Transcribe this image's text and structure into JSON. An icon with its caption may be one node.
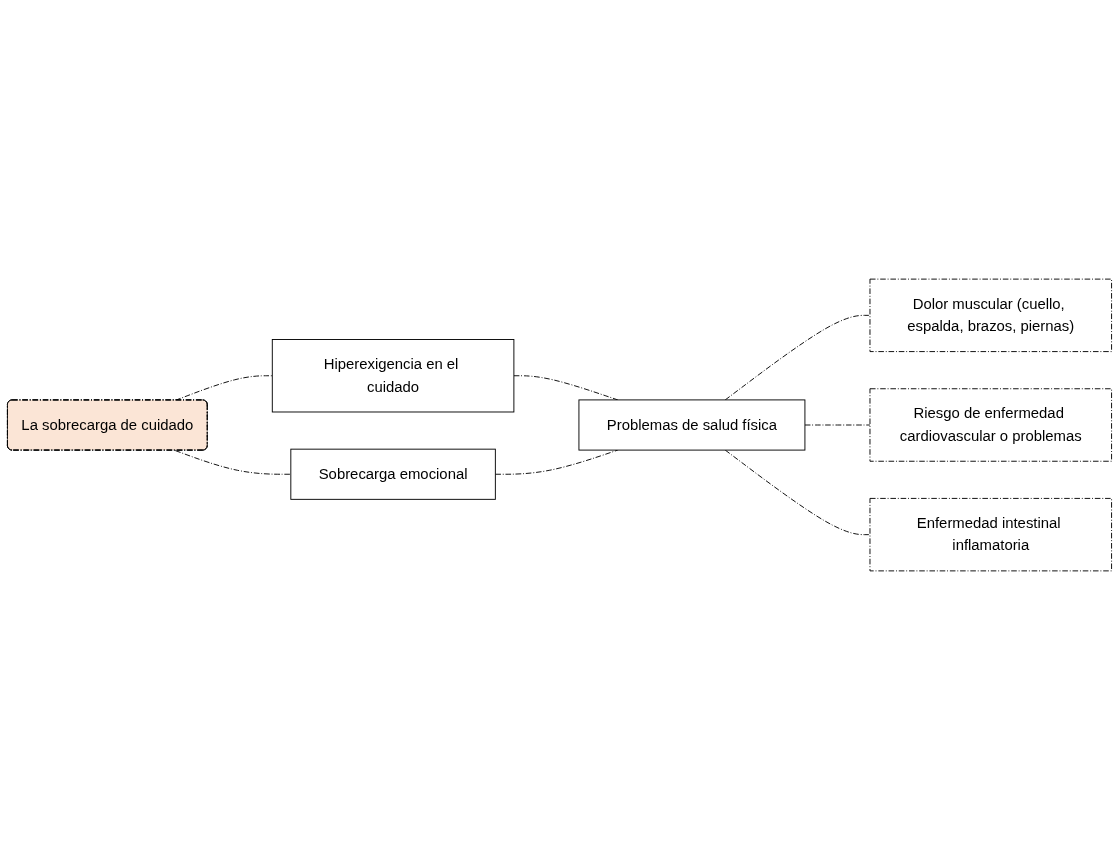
{
  "diagram": {
    "nodes": [
      {
        "text": [
          "La sobrecarga de cuidado"
        ]
      },
      {
        "text": [
          "Hiperexigencia en el cuidado"
        ]
      },
      {
        "text": [
          "Sobrecarga emocional"
        ]
      },
      {
        "text": [
          "Problemas de salud física"
        ]
      },
      {
        "text": [
          "Dolor muscular (cuello, espalda, brazos, piernas)"
        ]
      },
      {
        "text": [
          "Riesgo de enfermedad cardiovascular o problemas"
        ]
      },
      {
        "text": [
          "Enfermedad intestinal inflamatoria"
        ]
      }
    ],
    "edges": [
      {
        "from": 0,
        "to": 1,
        "arrow": "none",
        "style": "dashed"
      },
      {
        "from": 1,
        "to": 3,
        "arrow": "none",
        "style": "dashed"
      },
      {
        "from": 0,
        "to": 2,
        "arrow": "none",
        "style": "dashed"
      },
      {
        "from": 2,
        "to": 3,
        "arrow": "none",
        "style": "dashed"
      },
      {
        "from": 3,
        "to": 4,
        "arrow": "none",
        "style": "dashed"
      },
      {
        "from": 3,
        "to": 5,
        "arrow": "none",
        "style": "dashed"
      },
      {
        "from": 3,
        "to": 6,
        "arrow": "none",
        "style": "dashed"
      }
    ]
  }
}
